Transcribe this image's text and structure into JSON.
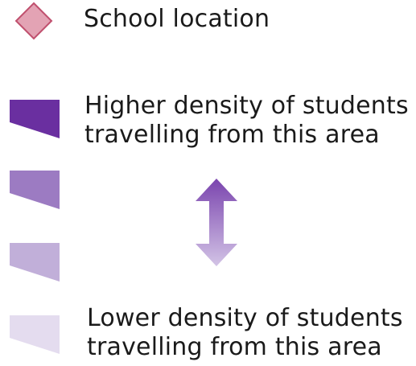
{
  "legend": {
    "school": {
      "label": "School location",
      "fill": "#e3a3b4",
      "stroke": "#c0506e"
    },
    "higher_density": {
      "line1": "Higher density of students",
      "line2": "travelling from this area"
    },
    "lower_density": {
      "line1": "Lower density of students",
      "line2": "travelling from this area"
    },
    "swatches": [
      {
        "level": "highest",
        "color": "#6a2fa0"
      },
      {
        "level": "high",
        "color": "#9c7bc2"
      },
      {
        "level": "low",
        "color": "#c1afd9"
      },
      {
        "level": "lowest",
        "color": "#e4dcef"
      }
    ],
    "scale_arrow": {
      "icon": "double-headed-arrow-icon",
      "color_top": "#7a44ae",
      "color_bottom": "#d3c4e6"
    }
  }
}
